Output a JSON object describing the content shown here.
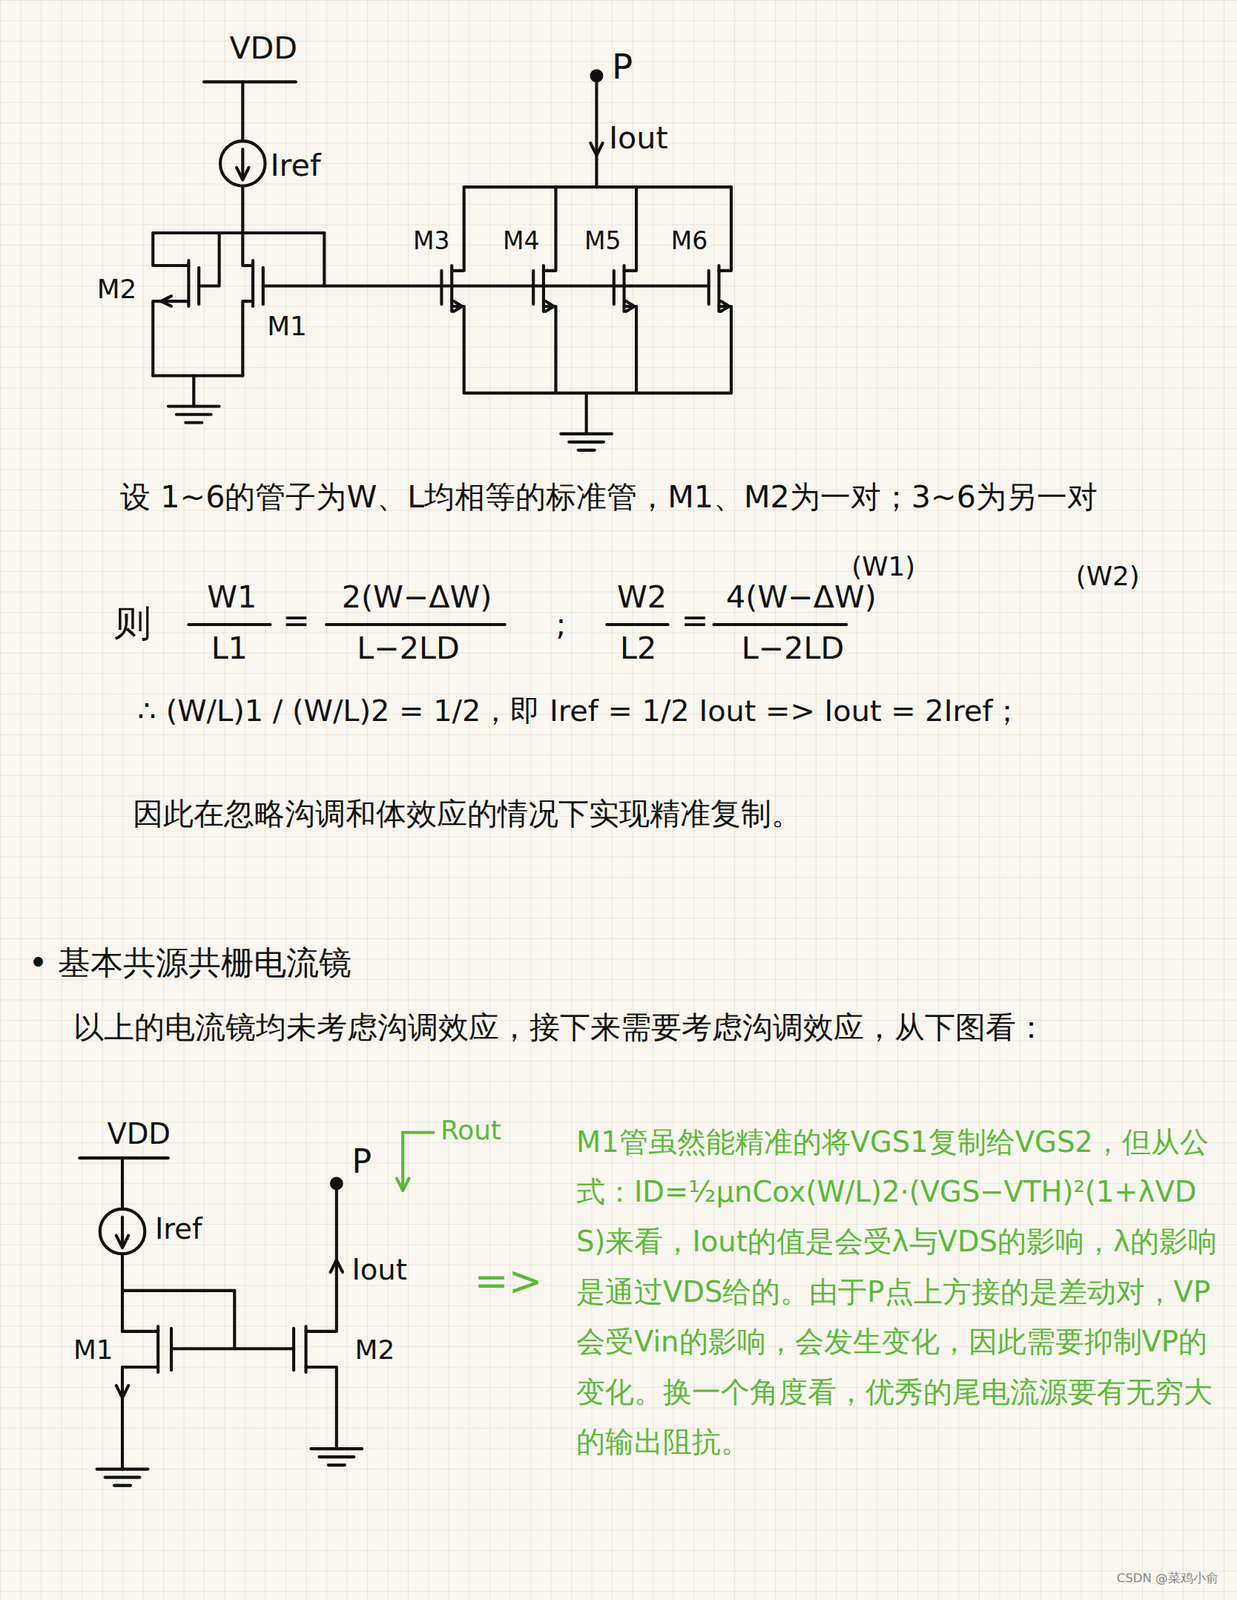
{
  "diagram": {
    "labels": [
      "VDD",
      "Iref",
      "M2",
      "M1",
      "P",
      "Iout",
      "M3",
      "M4",
      "M5",
      "M6",
      "设 1~6的管子为W、L均相等的标准管，M1、M2为一对；3~6为另一对",
      "(W1)",
      "(W2)",
      "则",
      "W1",
      "L1",
      "=",
      "2(W−ΔW)",
      "L−2LD",
      ";",
      "W2",
      "L2",
      "=",
      "4(W−ΔW)",
      "L−2LD",
      "∴ (W/L)1 / (W/L)2 = 1/2，即 Iref = 1/2 Iout => Iout = 2Iref；",
      "因此在忽略沟调和体效应的情况下实现精准复制。",
      "• 基本共源共栅电流镜",
      "以上的电流镜均未考虑沟调效应，接下来需要考虑沟调效应，从下图看：",
      "VDD",
      "Rout",
      "P",
      "Iref",
      "Iout",
      "M1",
      "M2",
      "=>",
      "M1管虽然能精准的将VGS1复制给VGS2，但从公式：ID=½μnCox(W/L)2·(VGS−VTH)²(1+λVDS)来看，Iout的值是会受λ与VDS的影响，λ的影响是通过VDS给的。由于P点上方接的是差动对，VP会受Vin的影响，会发生变化，因此需要抑制VP的变化。换一个角度看，优秀的尾电流源要有无穷大的输出阻抗。",
      "CSDN @菜鸡小俞"
    ]
  }
}
